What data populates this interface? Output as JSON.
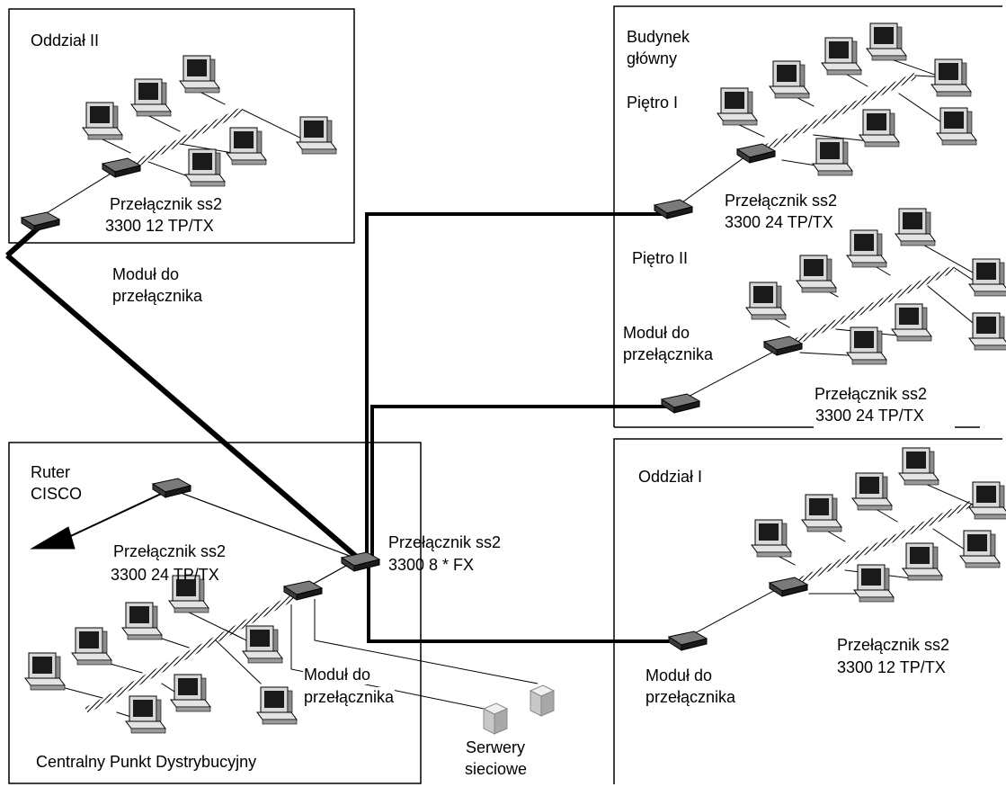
{
  "labels": {
    "branch2_title": "Oddział II",
    "branch2_switch_line1": "Przełącznik ss2",
    "branch2_switch_line2": "3300 12 TP/TX",
    "branch2_module_line1": "Moduł do",
    "branch2_module_line2": "przełącznika",
    "main_title_line1": "Budynek",
    "main_title_line2": "główny",
    "floor1": "Piętro I",
    "floor1_switch_line1": "Przełącznik ss2",
    "floor1_switch_line2": "3300 24 TP/TX",
    "floor2": "Piętro II",
    "floor2_module_line1": "Moduł do",
    "floor2_module_line2": "przełącznika",
    "floor2_switch_line1": "Przełącznik ss2",
    "floor2_switch_line2": "3300 24 TP/TX",
    "router_line1": "Ruter",
    "router_line2": "CISCO",
    "central_switch_line1": "Przełącznik ss2",
    "central_switch_line2": "3300 24 TP/TX",
    "core_switch_line1": "Przełącznik ss2",
    "core_switch_line2": "3300  8 * FX",
    "central_module_line1": "Moduł do",
    "central_module_line2": "przełącznika",
    "central_title": "Centralny Punkt Dystrybucyjny",
    "servers_line1": "Serwery",
    "servers_line2": "sieciowe",
    "branch1_title": "Oddział I",
    "branch1_switch_line1": "Przełącznik ss2",
    "branch1_switch_line2": "3300 12 TP/TX",
    "branch1_module_line1": "Moduł do",
    "branch1_module_line2": "przełącznika"
  },
  "icons": {
    "computer": "computer-icon",
    "switch": "switch-icon",
    "router": "router-icon",
    "server": "server-icon",
    "module": "module-icon",
    "wan_link": "wan-arrow-icon"
  },
  "colors": {
    "line": "#000000",
    "background": "#ffffff",
    "screen": "#1a1a1a",
    "device_light": "#d8d8d8",
    "device_dark": "#6a6a6a"
  }
}
